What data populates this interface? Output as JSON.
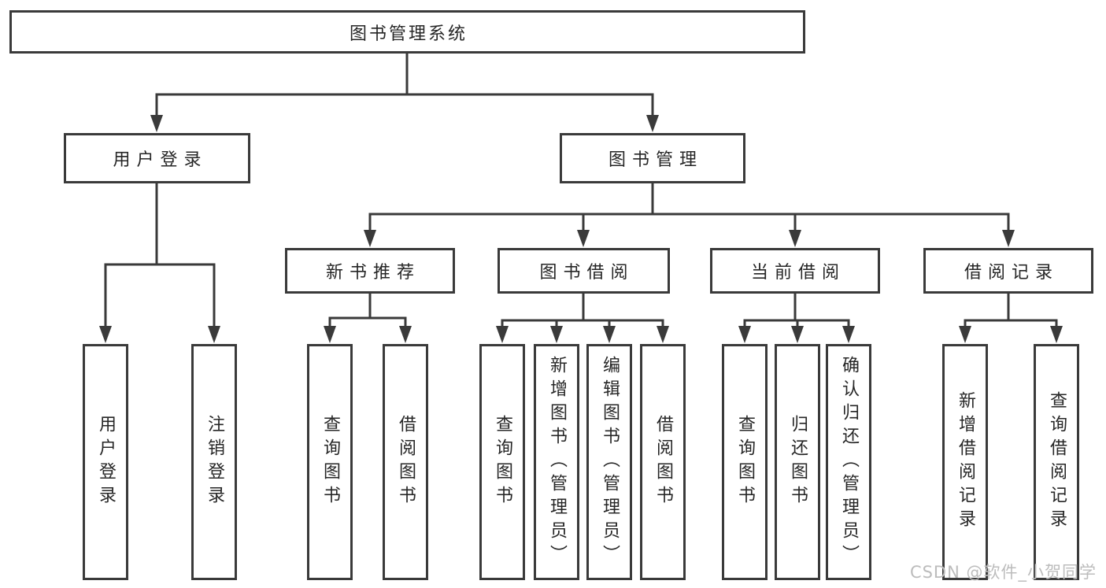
{
  "root": {
    "label": "图书管理系统"
  },
  "branches": {
    "user": {
      "label": "用户登录",
      "leaves": [
        {
          "label": "用户登录"
        },
        {
          "label": "注销登录"
        }
      ]
    },
    "book": {
      "label": "图书管理",
      "groups": [
        {
          "label": "新书推荐",
          "leaves": [
            {
              "label": "查询图书"
            },
            {
              "label": "借阅图书"
            }
          ]
        },
        {
          "label": "图书借阅",
          "leaves": [
            {
              "label": "查询图书"
            },
            {
              "label": "新增图书（管理员）"
            },
            {
              "label": "编辑图书（管理员）"
            },
            {
              "label": "借阅图书"
            }
          ]
        },
        {
          "label": "当前借阅",
          "leaves": [
            {
              "label": "查询图书"
            },
            {
              "label": "归还图书"
            },
            {
              "label": "确认归还（管理员）"
            }
          ]
        },
        {
          "label": "借阅记录",
          "leaves": [
            {
              "label": "新增借阅记录"
            },
            {
              "label": "查询借阅记录"
            }
          ]
        }
      ]
    }
  },
  "watermark": "CSDN @软件_小贺同学",
  "colors": {
    "line": "#3a3a3a",
    "text": "#262626",
    "watermark": "#bcbcbc",
    "background": "#ffffff"
  }
}
